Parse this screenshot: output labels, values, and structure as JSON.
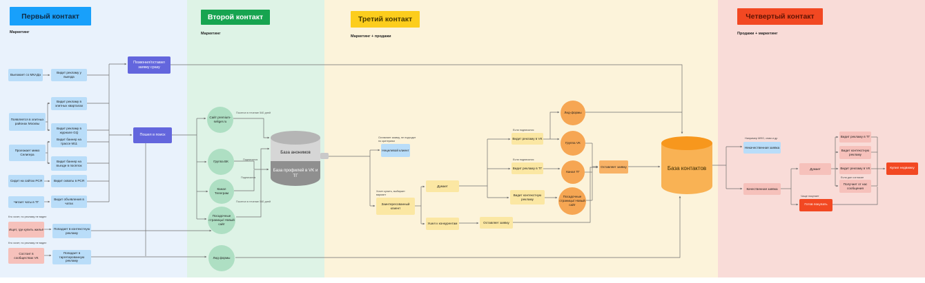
{
  "app": {
    "type": "whiteboard-funnel-diagram"
  },
  "palette": {
    "section_blue": "#18a0fb",
    "section_green": "#17a450",
    "section_yellow": "#fccd1d",
    "section_red": "#f24822",
    "bg_blue": "#e9f2fc",
    "bg_green": "#def3e6",
    "bg_yellow": "#fcf3da",
    "bg_pink": "#f9dcd8",
    "node_light_blue": "#b9ddf9",
    "node_purple": "#6366dd",
    "node_pink": "#f6c1bb",
    "node_yellow": "#fbe7a3",
    "circle_green": "#aedfc3",
    "circle_orange": "#f6a653",
    "db_gray": "#8f8f8f",
    "db_orange": "#f9b254"
  },
  "sections": {
    "first": {
      "title": "Первый контакт",
      "subtitle": "Маркетинг"
    },
    "second": {
      "title": "Второй контакт",
      "subtitle": "Маркетинг"
    },
    "third": {
      "title": "Третий контакт",
      "subtitle": "Маркетинг + продажи"
    },
    "fourth": {
      "title": "Четвертый контакт",
      "subtitle": "Продажи + маркетинг"
    }
  },
  "nodes": {
    "exits_mkad": "Выезжает со МКАДа",
    "ad_exit": "Видит рекламу у выезда",
    "elite_districts": "Появляется в элитных районах Москвы",
    "ad_elite_quarters": "Видит рекламу в элитных кварталах",
    "ad_magazine": "Видит рекламу в журнале GQ",
    "passes_seliger": "Проезжает мимо Селигера",
    "banner_m11": "Видит баннер на трассе М11",
    "banner_village": "Видит баннер на въезде в посёлок",
    "rsya_sites": "Сидит на сайтах РСЯ",
    "rsya_reach": "Видит охваты в РСЯ",
    "reads_chats": "Читает чаты в ТГ",
    "chat_ads": "Видит объявления в чатах",
    "wants_housing": "Ищет, где купить жильё",
    "context_ad": "Попадает в контекстную рекламу",
    "vk_communities": "Состоит в сообществах VK",
    "target_ad": "Попадает в таргетированную рекламу",
    "called_immediately": "Позвонил/оставил заявку сразу",
    "went_searching": "Пошел в поиск",
    "site": "Сайт premium-seliger.ru",
    "vk_group": "Группа ВК",
    "tg_channel": "Канал Телеграм",
    "landing_pages": "Посадочные страницы/ Новый сайт",
    "lead_forms": "Лид формы",
    "anon_db": "База анонимов",
    "profiles_db": "База профилей в VK и ТГ",
    "nontarget_client": "Нецелевой клиент",
    "interested_client": "Заинтересованный клиент",
    "thinks": "Думает",
    "competitors": "Ушел к конкурентам",
    "leaves_request_low": "Оставляет заявку",
    "sees_vk_ad": "Видит рекламу в VK",
    "sees_tg_ad": "Видит рекламу в ТГ",
    "sees_context_ad": "Видит контекстную рекламу",
    "lead_forms2": "Лид-формы",
    "vk_group2": "Группа VK",
    "tg_channel2": "Канал ТГ",
    "landing_pages2": "Посадочные страницы/ Новый сайт",
    "leaves_request": "Оставляет заявку",
    "contacts_db": "База контактов",
    "bad_lead": "Некачественная заявка",
    "good_lead": "Качественная заявка",
    "thinks2": "Думает",
    "ready_to_buy": "Готов покупать",
    "sees_tg_ad2": "Видит рекламу в ТГ",
    "sees_context_ad2": "Видит контекстную рекламу",
    "sees_vk_ad2": "Видит рекламу в VK",
    "gets_messages": "Получает от нас сообщения",
    "bought": "Купил недвижку"
  },
  "edge_labels": {
    "visited_540_site": "Посетил в течение 540 дней",
    "subscribed_vk": "Подписался",
    "subscribed_tg": "Подписался",
    "visited_540_landing": "Посетил в течение 540 дней"
  },
  "captions": {
    "wants_housing": "Кто хочет, но рекламу не видел",
    "vk_communities": "Кто хочет, но рекламу не видел",
    "nontarget": "Оставляет заявку, не подходит по критериям",
    "interested": "Хочет купить, выбирает вариант",
    "if_subscribed_vk": "Если подписался",
    "if_subscribed_tg": "Если подписался",
    "bad_lead": "Например МФО, спам и др",
    "ready_to_buy": "Чаще покупает",
    "gets_messages": "Если дал согласие"
  }
}
